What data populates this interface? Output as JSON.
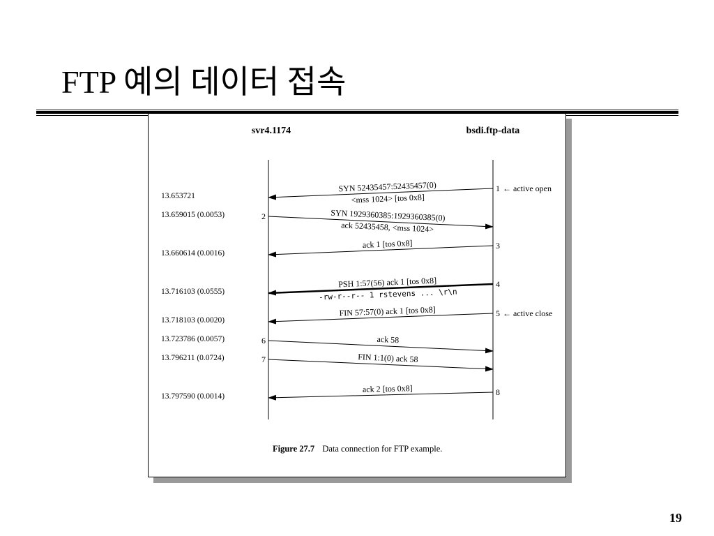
{
  "slide": {
    "title": "FTP 예의 데이터 접속",
    "page_number": "19"
  },
  "figure": {
    "left_host": "svr4.1174",
    "right_host": "bsdi.ftp-data",
    "caption_label": "Figure 27.7",
    "caption_text": "Data connection for FTP example.",
    "colors": {
      "line": "#000000",
      "shadow": "#9a9a9a"
    },
    "timestamps": [
      "13.653721",
      "13.659015 (0.0053)",
      "13.660614 (0.0016)",
      "13.716103 (0.0555)",
      "13.718103 (0.0020)",
      "13.723786 (0.0057)",
      "13.796211 (0.0724)",
      "13.797590 (0.0014)"
    ],
    "segments": [
      {
        "num": "1",
        "direction": "right-to-left",
        "labels": [
          "SYN  52435457:52435457(0)",
          "<mss 1024> [tos 0x8]"
        ],
        "note": "← active open",
        "bold": false
      },
      {
        "num": "2",
        "direction": "left-to-right",
        "labels": [
          "SYN  1929360385:1929360385(0)",
          "ack 52435458, <mss 1024>"
        ],
        "note": "",
        "bold": false
      },
      {
        "num": "3",
        "direction": "right-to-left",
        "labels": [
          "ack 1 [tos 0x8]"
        ],
        "note": "",
        "bold": false
      },
      {
        "num": "4",
        "direction": "right-to-left",
        "labels": [
          "PSH  1:57(56) ack 1 [tos 0x8]",
          "-rw-r--r--   1 rstevens ... \\r\\n"
        ],
        "note": "",
        "bold": true
      },
      {
        "num": "5",
        "direction": "right-to-left",
        "labels": [
          "FIN  57:57(0) ack 1 [tos 0x8]"
        ],
        "note": "← active close",
        "bold": false
      },
      {
        "num": "6",
        "direction": "left-to-right",
        "labels": [
          "ack 58"
        ],
        "note": "",
        "bold": false
      },
      {
        "num": "7",
        "direction": "left-to-right",
        "labels": [
          "FIN  1:1(0) ack 58"
        ],
        "note": "",
        "bold": false
      },
      {
        "num": "8",
        "direction": "right-to-left",
        "labels": [
          "ack 2 [tos 0x8]"
        ],
        "note": "",
        "bold": false
      }
    ]
  }
}
